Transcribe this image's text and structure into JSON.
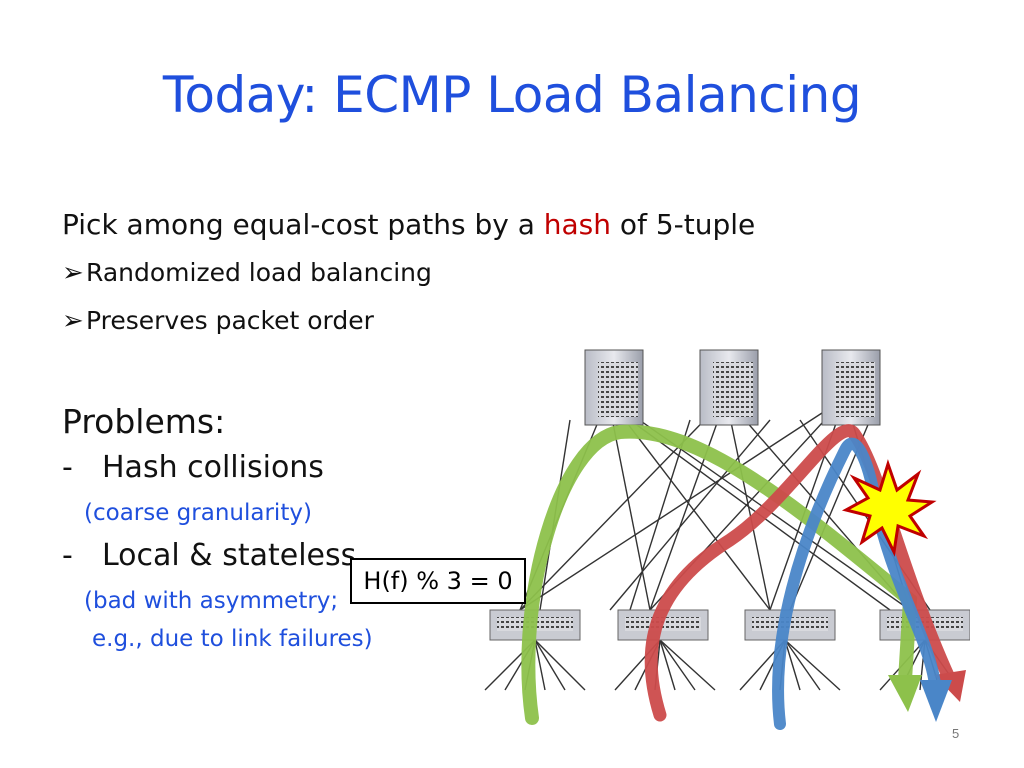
{
  "title": "Today: ECMP Load Balancing",
  "intro": {
    "before": "Pick among equal-cost paths by a ",
    "highlight": "hash",
    "after": " of 5-tuple"
  },
  "bullets": [
    {
      "arrow": "➢",
      "text": "Randomized load balancing"
    },
    {
      "arrow": "➢",
      "text": "Preserves packet order"
    }
  ],
  "problems_heading": "Problems:",
  "problems": [
    {
      "dash": "-",
      "text": "Hash collisions",
      "notes": [
        "(coarse granularity)"
      ]
    },
    {
      "dash": "-",
      "text": "Local & stateless",
      "notes": [
        "(bad with asymmetry;",
        "e.g., due to link failures)"
      ]
    }
  ],
  "hash_label": "H(f) % 3 = 0",
  "page_number": "5",
  "colors": {
    "title": "#1f4fdd",
    "highlight": "#c00000",
    "green_flow": "#8dc14b",
    "red_flow": "#cc4b4b",
    "blue_flow": "#4a86c8",
    "collision": "#ffff00"
  },
  "diagram": {
    "spine_switches": 3,
    "leaf_switches": 4,
    "flows": [
      "green",
      "red",
      "blue"
    ],
    "collision_icon": "explosion-icon"
  }
}
